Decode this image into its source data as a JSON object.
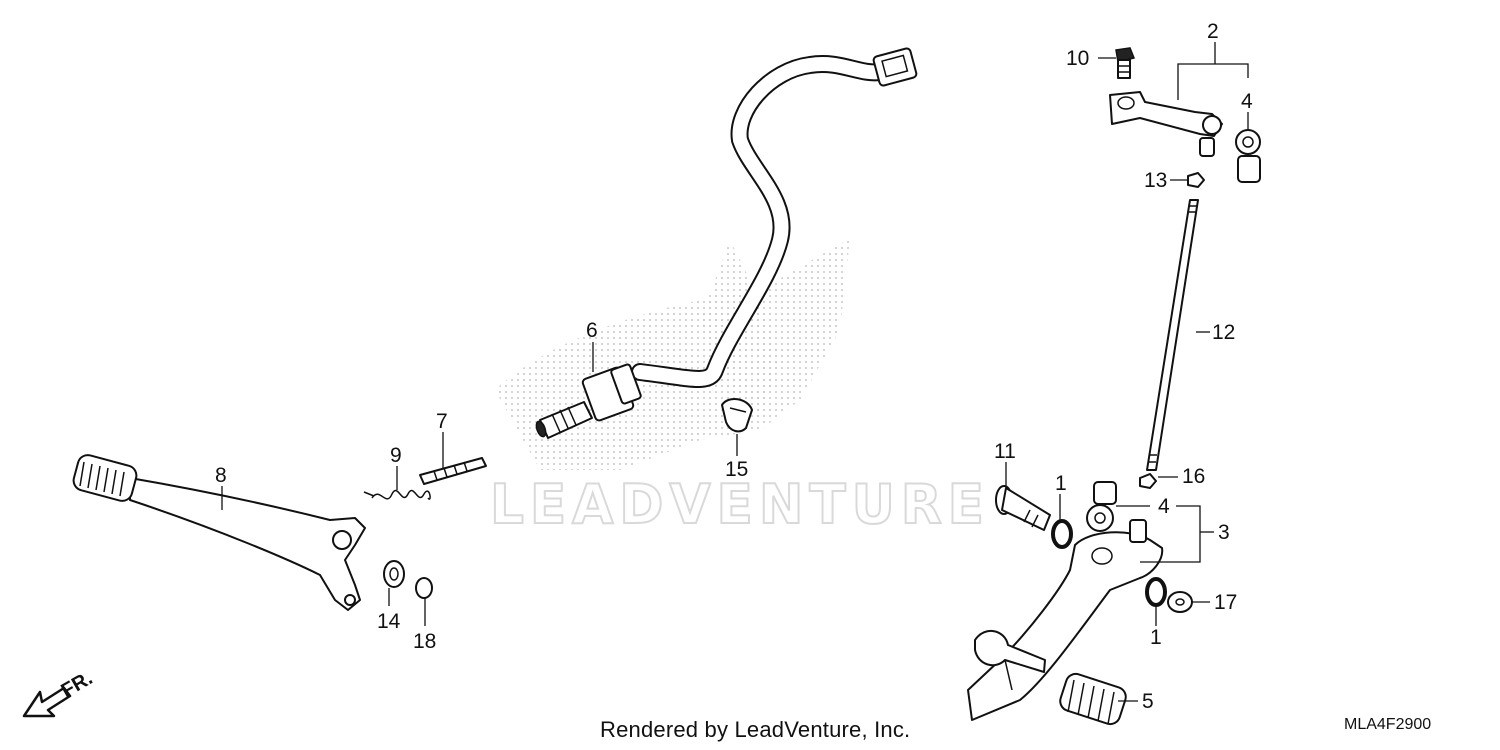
{
  "diagram": {
    "callouts": [
      {
        "id": "c1a",
        "text": "1"
      },
      {
        "id": "c1b",
        "text": "1"
      },
      {
        "id": "c2",
        "text": "2"
      },
      {
        "id": "c3",
        "text": "3"
      },
      {
        "id": "c4a",
        "text": "4"
      },
      {
        "id": "c4b",
        "text": "4"
      },
      {
        "id": "c5",
        "text": "5"
      },
      {
        "id": "c6",
        "text": "6"
      },
      {
        "id": "c7",
        "text": "7"
      },
      {
        "id": "c8",
        "text": "8"
      },
      {
        "id": "c9",
        "text": "9"
      },
      {
        "id": "c10",
        "text": "10"
      },
      {
        "id": "c11",
        "text": "11"
      },
      {
        "id": "c12",
        "text": "12"
      },
      {
        "id": "c13",
        "text": "13"
      },
      {
        "id": "c14",
        "text": "14"
      },
      {
        "id": "c15",
        "text": "15"
      },
      {
        "id": "c16",
        "text": "16"
      },
      {
        "id": "c17",
        "text": "17"
      },
      {
        "id": "c18",
        "text": "18"
      }
    ],
    "direction_label": "FR.",
    "watermark": "LEADVENTURE",
    "credit": "Rendered by LeadVenture, Inc.",
    "diagram_code": "MLA4F2900"
  }
}
